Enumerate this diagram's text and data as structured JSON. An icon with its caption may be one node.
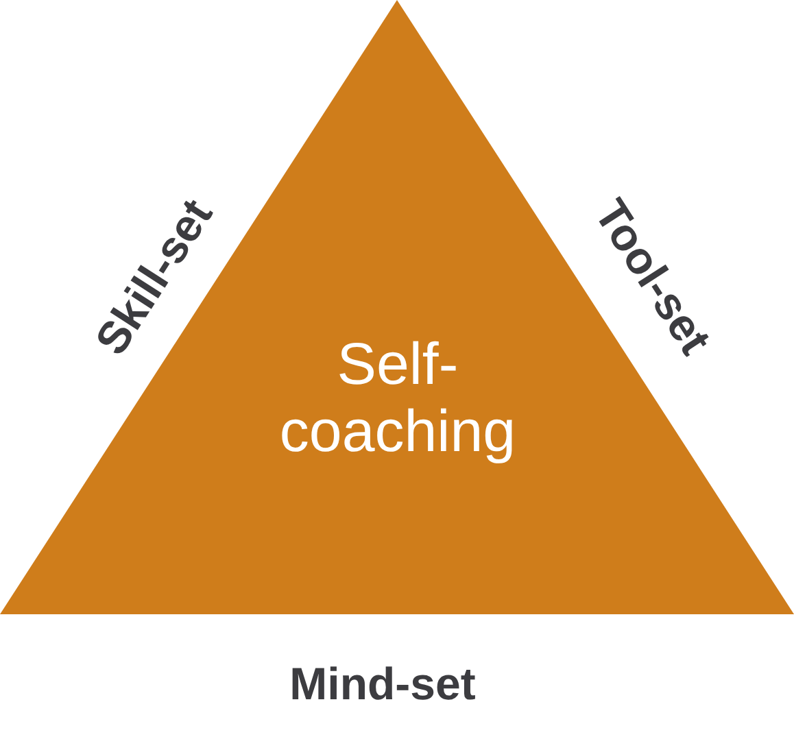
{
  "diagram": {
    "nodes": [
      {
        "text": [
          "Self- coaching"
        ],
        "beside": [
          "Skill-set",
          "Tool-set",
          "Mind-set"
        ]
      }
    ]
  }
}
